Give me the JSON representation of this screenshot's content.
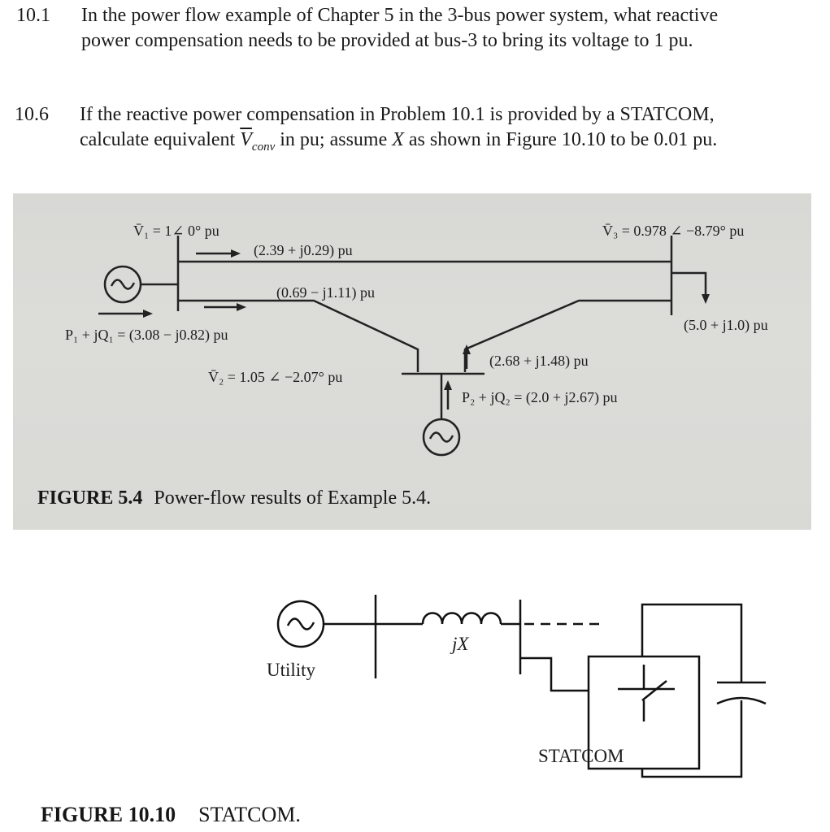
{
  "problems": [
    {
      "number": "10.1",
      "line1": "In the power flow example of Chapter 5 in the 3-bus power system, what reactive",
      "line2": "power compensation needs to be provided at bus-3 to bring its voltage to 1 pu."
    },
    {
      "number": "10.6",
      "line1": "If the reactive power compensation in Problem 10.1 is provided by a STATCOM,",
      "line2_a": "calculate equivalent ",
      "line2_v": "V",
      "line2_sub": "conv",
      "line2_b": " in pu; assume ",
      "line2_x": "X",
      "line2_c": " as shown in Figure 10.10 to be 0.01 pu."
    }
  ],
  "figure_5_4": {
    "v1": "V̄₁ = 1∠ 0° pu",
    "v3": "V̄₃ = 0.978 ∠ −8.79° pu",
    "v2": "V̄₂ = 1.05 ∠ −2.07° pu",
    "flow_13": "(2.39 + j0.29) pu",
    "flow_12": "(0.69 − j1.11) pu",
    "load_3": "(5.0 + j1.0) pu",
    "flow_23": "(2.68 + j1.48) pu",
    "gen_1": "P₁ + jQ₁ = (3.08 − j0.82) pu",
    "gen_2": "P₂ + jQ₂ = (2.0 + j2.67) pu",
    "caption_label": "FIGURE 5.4",
    "caption_text": "Power-flow results of Example 5.4."
  },
  "figure_10_10": {
    "utility_label": "Utility",
    "reactance_label": "jX",
    "statcom_label": "STATCOM",
    "caption_label": "FIGURE 10.10",
    "caption_text": "STATCOM."
  }
}
